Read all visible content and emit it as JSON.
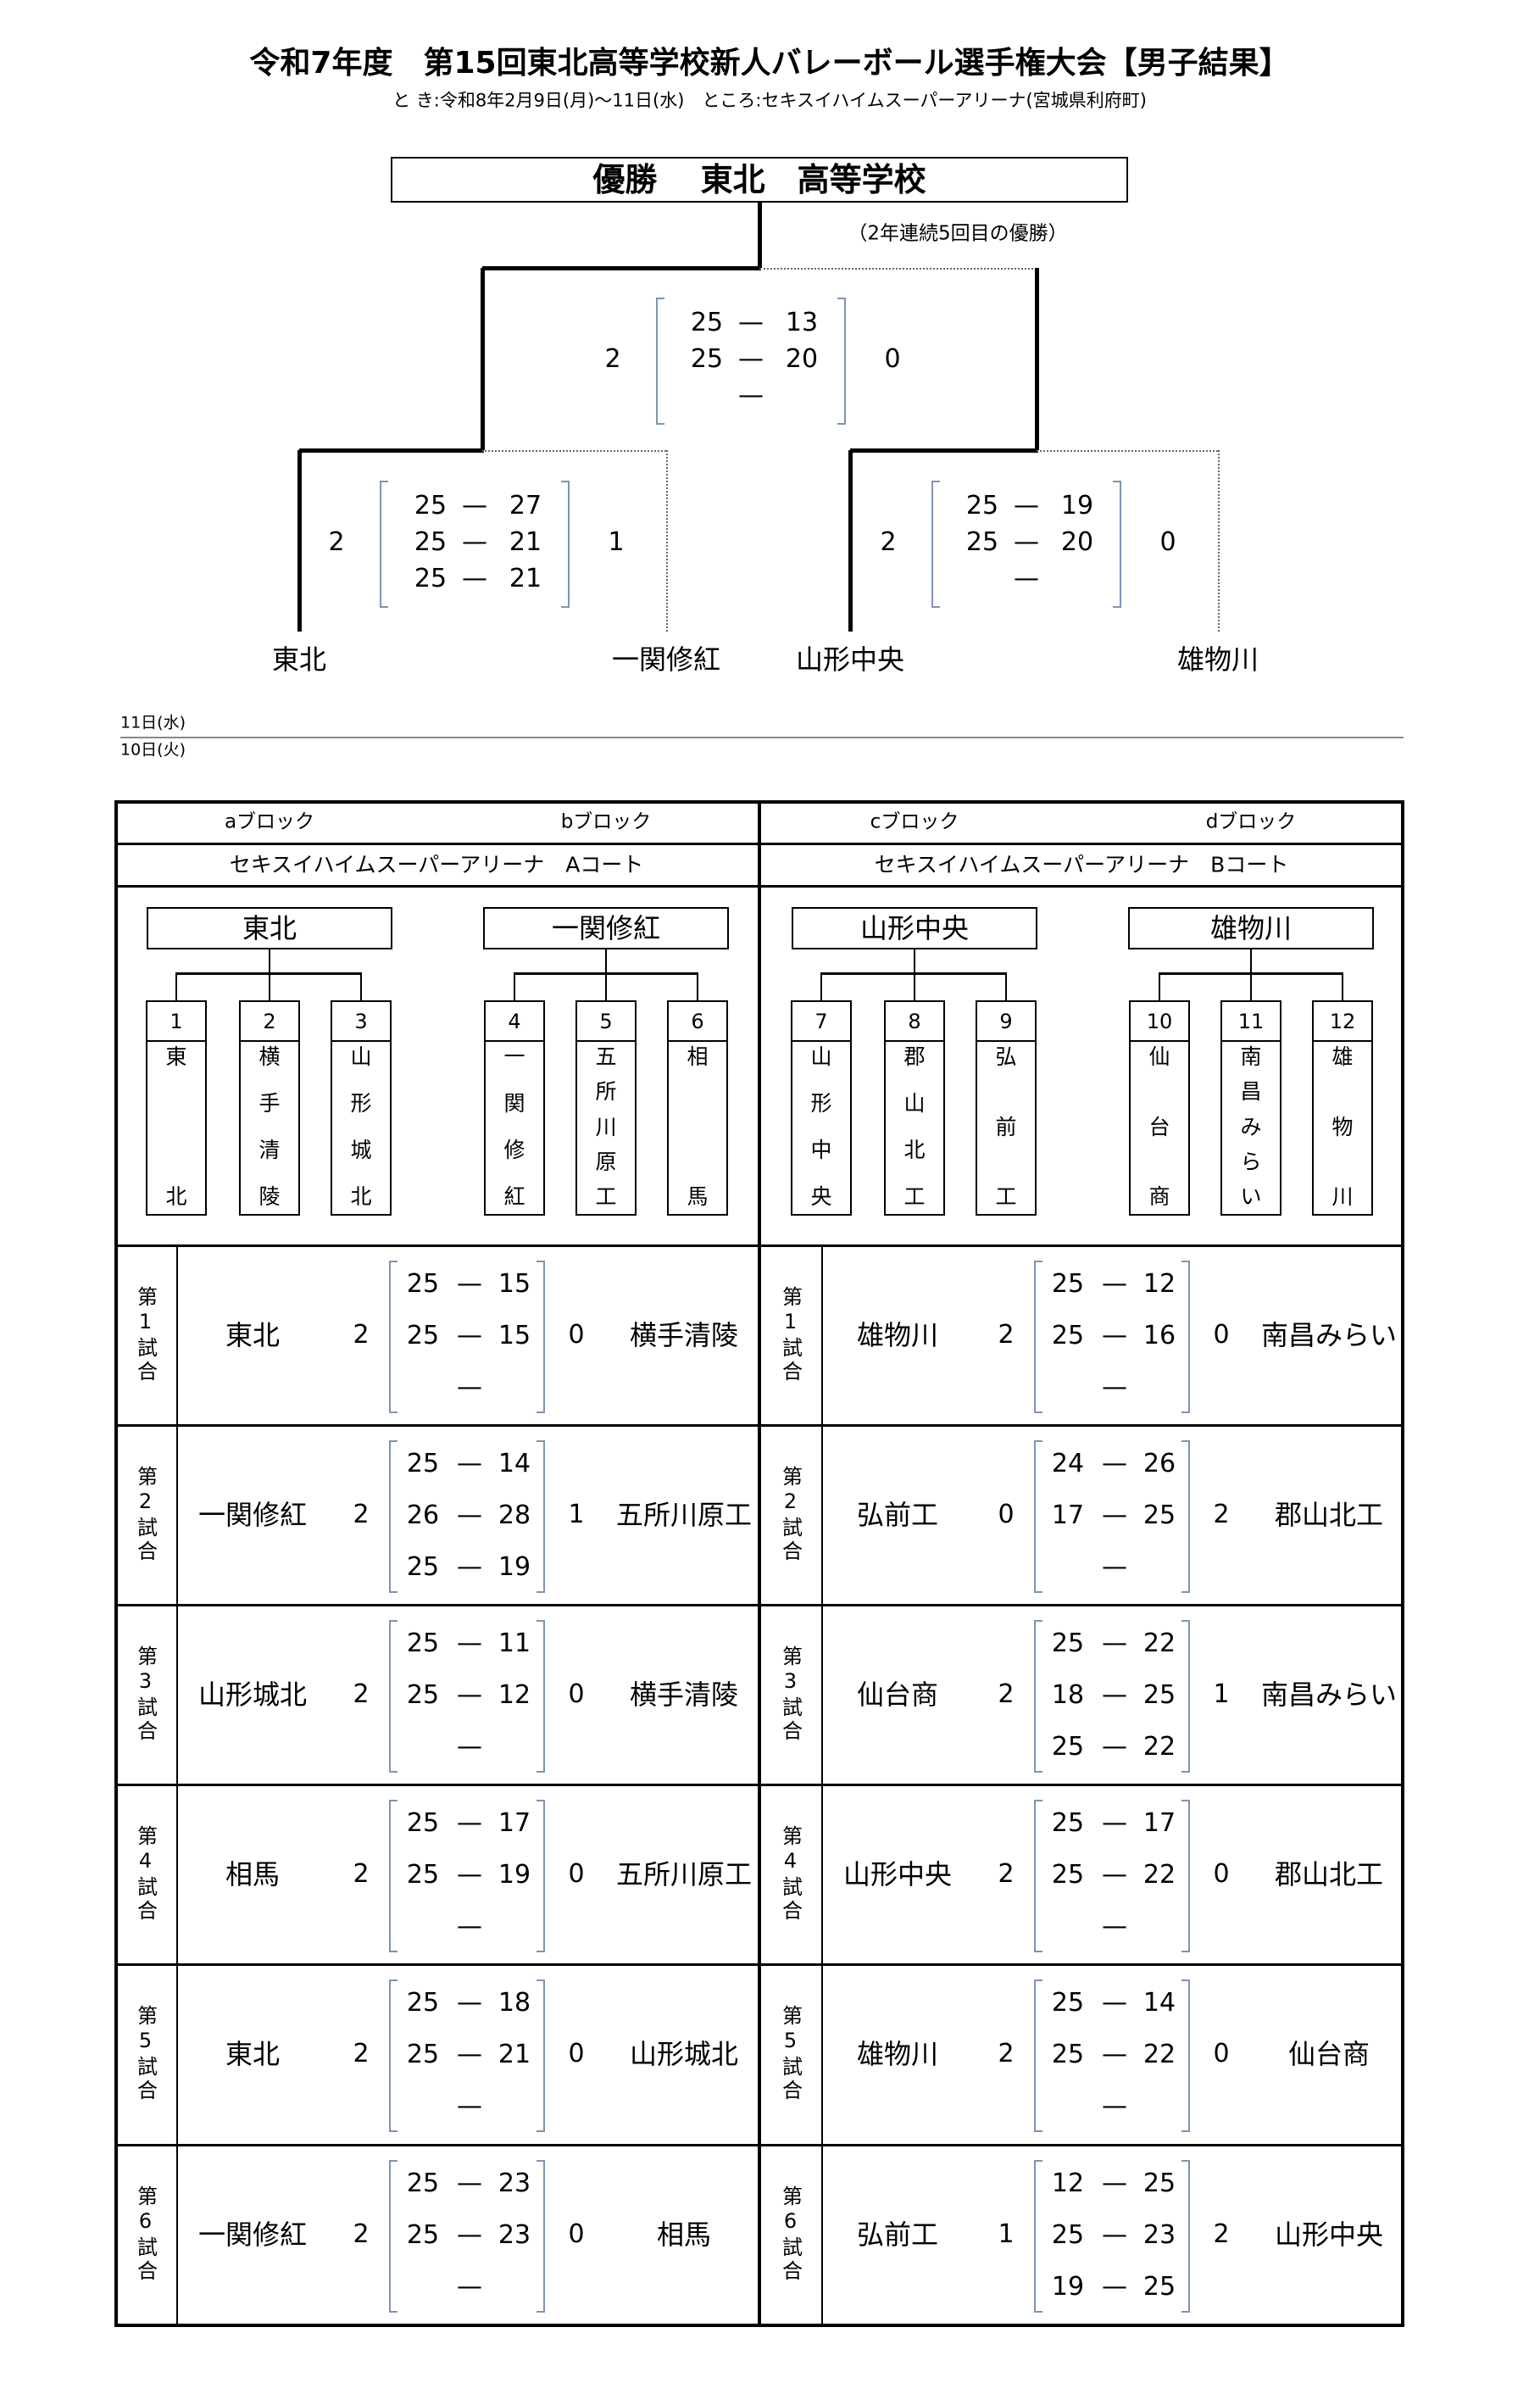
{
  "header": {
    "title": "令和7年度　第15回東北高等学校新人バレーボール選手権大会【男子結果】",
    "subtitle": "と き:令和8年2月9日(月)～11日(水)　ところ:セキスイハイムスーパーアリーナ(宮城県利府町)"
  },
  "champion": {
    "label": "優勝　 東北　高等学校",
    "note": "（2年連続5回目の優勝）"
  },
  "set_separator": "—",
  "final_bracket": {
    "final": {
      "score_left": "2",
      "score_right": "0",
      "sets": [
        [
          "25",
          "13"
        ],
        [
          "25",
          "20"
        ],
        null
      ]
    },
    "semi_left": {
      "score_left": "2",
      "score_right": "1",
      "sets": [
        [
          "25",
          "27"
        ],
        [
          "25",
          "21"
        ],
        [
          "25",
          "21"
        ]
      ]
    },
    "semi_right": {
      "score_left": "2",
      "score_right": "0",
      "sets": [
        [
          "25",
          "19"
        ],
        [
          "25",
          "20"
        ],
        null
      ]
    },
    "teams": [
      "東北",
      "一関修紅",
      "山形中央",
      "雄物川"
    ]
  },
  "dates": {
    "day11": "11日(水)",
    "day10": "10日(火)"
  },
  "courts": [
    {
      "blocks": [
        "aブロック",
        "bブロック"
      ],
      "court_name": "セキスイハイムスーパーアリーナ　Aコート",
      "block_winners": [
        "東北",
        "一関修紅"
      ],
      "entries": [
        {
          "no": "1",
          "name": "東北"
        },
        {
          "no": "2",
          "name": "横手清陵"
        },
        {
          "no": "3",
          "name": "山形城北"
        },
        {
          "no": "4",
          "name": "一関修紅"
        },
        {
          "no": "5",
          "name": "五所川原工"
        },
        {
          "no": "6",
          "name": "相馬"
        }
      ],
      "matches": [
        {
          "label": "第1試合",
          "team1": "東北",
          "score1": "2",
          "sets": [
            [
              "25",
              "15"
            ],
            [
              "25",
              "15"
            ],
            null
          ],
          "score2": "0",
          "team2": "横手清陵"
        },
        {
          "label": "第2試合",
          "team1": "一関修紅",
          "score1": "2",
          "sets": [
            [
              "25",
              "14"
            ],
            [
              "26",
              "28"
            ],
            [
              "25",
              "19"
            ]
          ],
          "score2": "1",
          "team2": "五所川原工"
        },
        {
          "label": "第3試合",
          "team1": "山形城北",
          "score1": "2",
          "sets": [
            [
              "25",
              "11"
            ],
            [
              "25",
              "12"
            ],
            null
          ],
          "score2": "0",
          "team2": "横手清陵"
        },
        {
          "label": "第4試合",
          "team1": "相馬",
          "score1": "2",
          "sets": [
            [
              "25",
              "17"
            ],
            [
              "25",
              "19"
            ],
            null
          ],
          "score2": "0",
          "team2": "五所川原工"
        },
        {
          "label": "第5試合",
          "team1": "東北",
          "score1": "2",
          "sets": [
            [
              "25",
              "18"
            ],
            [
              "25",
              "21"
            ],
            null
          ],
          "score2": "0",
          "team2": "山形城北"
        },
        {
          "label": "第6試合",
          "team1": "一関修紅",
          "score1": "2",
          "sets": [
            [
              "25",
              "23"
            ],
            [
              "25",
              "23"
            ],
            null
          ],
          "score2": "0",
          "team2": "相馬"
        }
      ]
    },
    {
      "blocks": [
        "cブロック",
        "dブロック"
      ],
      "court_name": "セキスイハイムスーパーアリーナ　Bコート",
      "block_winners": [
        "山形中央",
        "雄物川"
      ],
      "entries": [
        {
          "no": "7",
          "name": "山形中央"
        },
        {
          "no": "8",
          "name": "郡山北工"
        },
        {
          "no": "9",
          "name": "弘前工"
        },
        {
          "no": "10",
          "name": "仙台商"
        },
        {
          "no": "11",
          "name": "南昌みらい"
        },
        {
          "no": "12",
          "name": "雄物川"
        }
      ],
      "matches": [
        {
          "label": "第1試合",
          "team1": "雄物川",
          "score1": "2",
          "sets": [
            [
              "25",
              "12"
            ],
            [
              "25",
              "16"
            ],
            null
          ],
          "score2": "0",
          "team2": "南昌みらい"
        },
        {
          "label": "第2試合",
          "team1": "弘前工",
          "score1": "0",
          "sets": [
            [
              "24",
              "26"
            ],
            [
              "17",
              "25"
            ],
            null
          ],
          "score2": "2",
          "team2": "郡山北工"
        },
        {
          "label": "第3試合",
          "team1": "仙台商",
          "score1": "2",
          "sets": [
            [
              "25",
              "22"
            ],
            [
              "18",
              "25"
            ],
            [
              "25",
              "22"
            ]
          ],
          "score2": "1",
          "team2": "南昌みらい"
        },
        {
          "label": "第4試合",
          "team1": "山形中央",
          "score1": "2",
          "sets": [
            [
              "25",
              "17"
            ],
            [
              "25",
              "22"
            ],
            null
          ],
          "score2": "0",
          "team2": "郡山北工"
        },
        {
          "label": "第5試合",
          "team1": "雄物川",
          "score1": "2",
          "sets": [
            [
              "25",
              "14"
            ],
            [
              "25",
              "22"
            ],
            null
          ],
          "score2": "0",
          "team2": "仙台商"
        },
        {
          "label": "第6試合",
          "team1": "弘前工",
          "score1": "1",
          "sets": [
            [
              "12",
              "25"
            ],
            [
              "25",
              "23"
            ],
            [
              "19",
              "25"
            ]
          ],
          "score2": "2",
          "team2": "山形中央"
        }
      ]
    }
  ]
}
